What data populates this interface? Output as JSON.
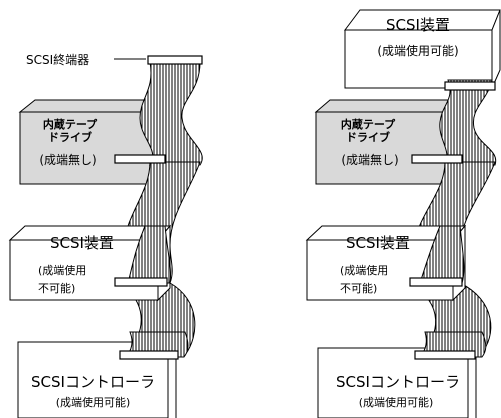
{
  "left_diagram": {
    "terminator_label": "SCSI終端器",
    "tape_drive": {
      "title_line1": "内蔵テープ",
      "title_line2": "ドライブ",
      "status": "(成端無し)"
    },
    "scsi_device": {
      "title": "SCSI装置",
      "status_line1": "(成端使用",
      "status_line2": "不可能)"
    },
    "controller": {
      "title": "SCSIコントローラ",
      "status": "(成端使用可能)"
    }
  },
  "right_diagram": {
    "top_device": {
      "title": "SCSI装置",
      "status": "(成端使用可能)"
    },
    "tape_drive": {
      "title_line1": "内蔵テープ",
      "title_line2": "ドライブ",
      "status": "(成端無し)"
    },
    "scsi_device": {
      "title": "SCSI装置",
      "status_line1": "(成端使用",
      "status_line2": "不可能)"
    },
    "controller": {
      "title": "SCSIコントローラ",
      "status": "(成端使用可能)"
    }
  },
  "colors": {
    "box_gray": "#d9d9d9",
    "box_white": "#ffffff",
    "stroke": "#000000"
  }
}
